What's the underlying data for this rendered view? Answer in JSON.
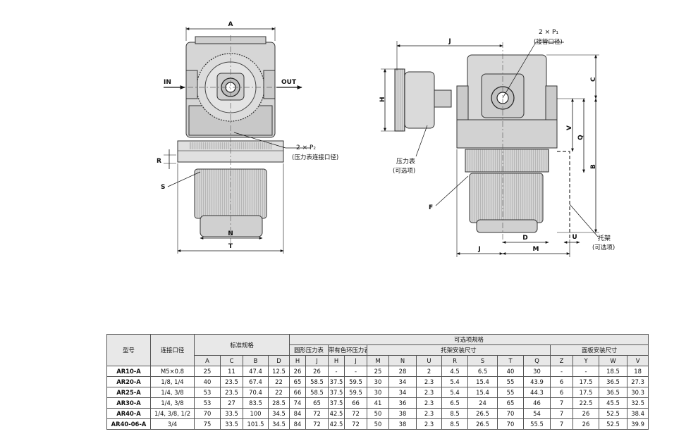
{
  "left_view": {
    "dims": {
      "A": "A",
      "R": "R",
      "S": "S",
      "N": "N",
      "T": "T"
    },
    "port_in": "IN",
    "port_out": "OUT",
    "gauge_port": {
      "label": "2 × P₂",
      "desc": "(压力表连接口径)"
    }
  },
  "right_view": {
    "dims": {
      "J_top": "J",
      "H": "H",
      "C": "C",
      "V": "V",
      "Q": "Q",
      "B": "B",
      "F": "F",
      "D": "D",
      "U": "U",
      "J_bottom": "J",
      "M": "M"
    },
    "pipe_port": {
      "label": "2 × P₁",
      "desc": "(接管口径)"
    },
    "gauge": {
      "label": "压力表",
      "desc": "(可选项)"
    },
    "bracket": {
      "label": "托架",
      "desc": "(可选项)"
    }
  },
  "table": {
    "header_model": "型号",
    "header_port": "连接口径",
    "header_standard": "标准规格",
    "header_optional": "可选项规格",
    "groups": {
      "round_gauge": "圆形压力表",
      "color_gauge": "带有色环压力表",
      "bracket": "托架安装尺寸",
      "panel": "面板安装尺寸"
    },
    "columns": [
      "A",
      "C",
      "B",
      "D",
      "H",
      "J",
      "H",
      "J",
      "M",
      "N",
      "U",
      "R",
      "S",
      "T",
      "Q",
      "Z",
      "Y",
      "W",
      "V"
    ],
    "rows": [
      {
        "model": "AR10-A",
        "port": "M5×0.8",
        "values": [
          "25",
          "11",
          "47.4",
          "12.5",
          "26",
          "26",
          "-",
          "-",
          "25",
          "28",
          "2",
          "4.5",
          "6.5",
          "40",
          "30",
          "-",
          "-",
          "18.5",
          "18"
        ]
      },
      {
        "model": "AR20-A",
        "port": "1/8, 1/4",
        "values": [
          "40",
          "23.5",
          "67.4",
          "22",
          "65",
          "58.5",
          "37.5",
          "59.5",
          "30",
          "34",
          "2.3",
          "5.4",
          "15.4",
          "55",
          "43.9",
          "6",
          "17.5",
          "36.5",
          "27.3"
        ]
      },
      {
        "model": "AR25-A",
        "port": "1/4, 3/8",
        "values": [
          "53",
          "23.5",
          "70.4",
          "22",
          "66",
          "58.5",
          "37.5",
          "59.5",
          "30",
          "34",
          "2.3",
          "5.4",
          "15.4",
          "55",
          "44.3",
          "6",
          "17.5",
          "36.5",
          "30.3"
        ]
      },
      {
        "model": "AR30-A",
        "port": "1/4, 3/8",
        "values": [
          "53",
          "27",
          "83.5",
          "28.5",
          "74",
          "65",
          "37.5",
          "66",
          "41",
          "36",
          "2.3",
          "6.5",
          "24",
          "65",
          "46",
          "7",
          "22.5",
          "45.5",
          "32.5"
        ]
      },
      {
        "model": "AR40-A",
        "port": "1/4, 3/8, 1/2",
        "values": [
          "70",
          "33.5",
          "100",
          "34.5",
          "84",
          "72",
          "42.5",
          "72",
          "50",
          "38",
          "2.3",
          "8.5",
          "26.5",
          "70",
          "54",
          "7",
          "26",
          "52.5",
          "38.4"
        ]
      },
      {
        "model": "AR40-06-A",
        "port": "3/4",
        "values": [
          "75",
          "33.5",
          "101.5",
          "34.5",
          "84",
          "72",
          "42.5",
          "72",
          "50",
          "38",
          "2.3",
          "8.5",
          "26.5",
          "70",
          "55.5",
          "7",
          "26",
          "52.5",
          "39.9"
        ]
      }
    ]
  }
}
